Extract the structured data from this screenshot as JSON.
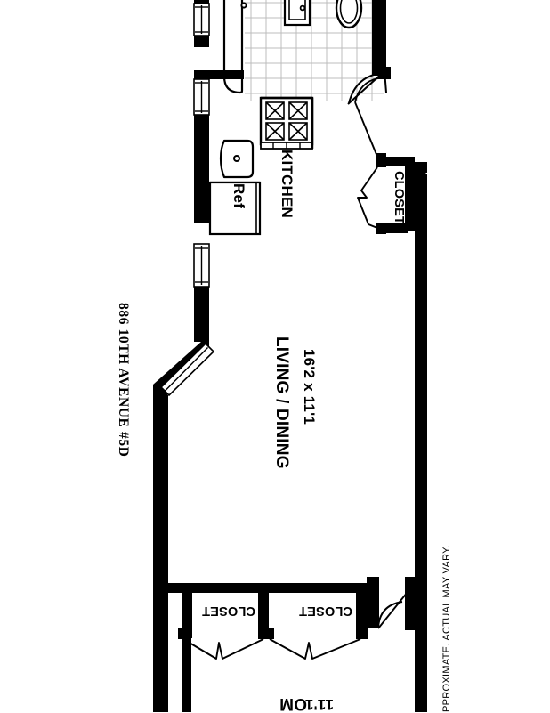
{
  "plan": {
    "title": "886 10TH AVENUE #5D",
    "disclaimer": "PPROXIMATE. ACTUAL MAY VARY.",
    "rooms": [
      {
        "name": "LIVING / DINING",
        "dimensions": "16'2 x 11'1"
      },
      {
        "name": "KITCHEN",
        "dimensions": ""
      },
      {
        "name": "OM",
        "dimensions": "11'1"
      }
    ],
    "closets": [
      {
        "label": "CLOSET"
      },
      {
        "label": "CLOSET"
      },
      {
        "label": "CLOSET"
      }
    ],
    "fixtures": [
      {
        "label": "Ref"
      }
    ],
    "colors": {
      "wall": "#000000",
      "floor": "#ffffff",
      "tile_line": "#b4b4b4",
      "fixture_outline": "#000000",
      "text": "#000000"
    }
  }
}
